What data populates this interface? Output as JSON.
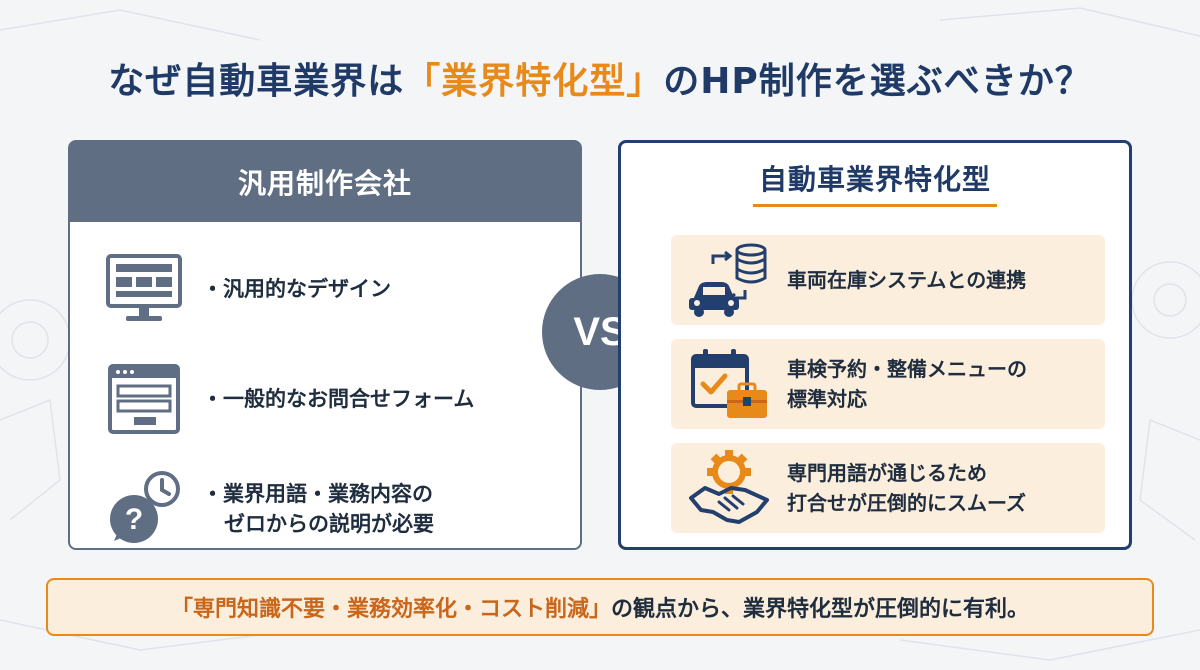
{
  "title": {
    "prefix": "なぜ自動車業界は",
    "highlight": "「業界特化型」",
    "suffix": "のHP制作を選ぶべきか？"
  },
  "left_panel": {
    "header": "汎用制作会社",
    "items": [
      {
        "icon": "monitor-icon",
        "line1": "・汎用的なデザイン",
        "line2": ""
      },
      {
        "icon": "form-icon",
        "line1": "・一般的なお問合せフォーム",
        "line2": ""
      },
      {
        "icon": "question-clock-icon",
        "line1": "・業界用語・業務内容の",
        "line2": "ゼロからの説明が必要"
      }
    ]
  },
  "vs_label": "VS",
  "right_panel": {
    "header": "自動車業界特化型",
    "items": [
      {
        "icon": "car-database-icon",
        "line1": "車両在庫システムとの連携",
        "line2": ""
      },
      {
        "icon": "calendar-toolbox-icon",
        "line1": "車検予約・整備メニューの",
        "line2": "標準対応"
      },
      {
        "icon": "gear-handshake-icon",
        "line1": "専門用語が通じるため",
        "line2": "打合せが圧倒的にスムーズ"
      }
    ]
  },
  "footer": {
    "highlight": "「専門知識不要・業務効率化・コスト削減」",
    "suffix": "の観点から、業界特化型が圧倒的に有利。"
  },
  "colors": {
    "navy": "#1f3a66",
    "orange": "#e88a1a",
    "slate": "#5f6e83",
    "card_bg": "#fbeedd"
  }
}
